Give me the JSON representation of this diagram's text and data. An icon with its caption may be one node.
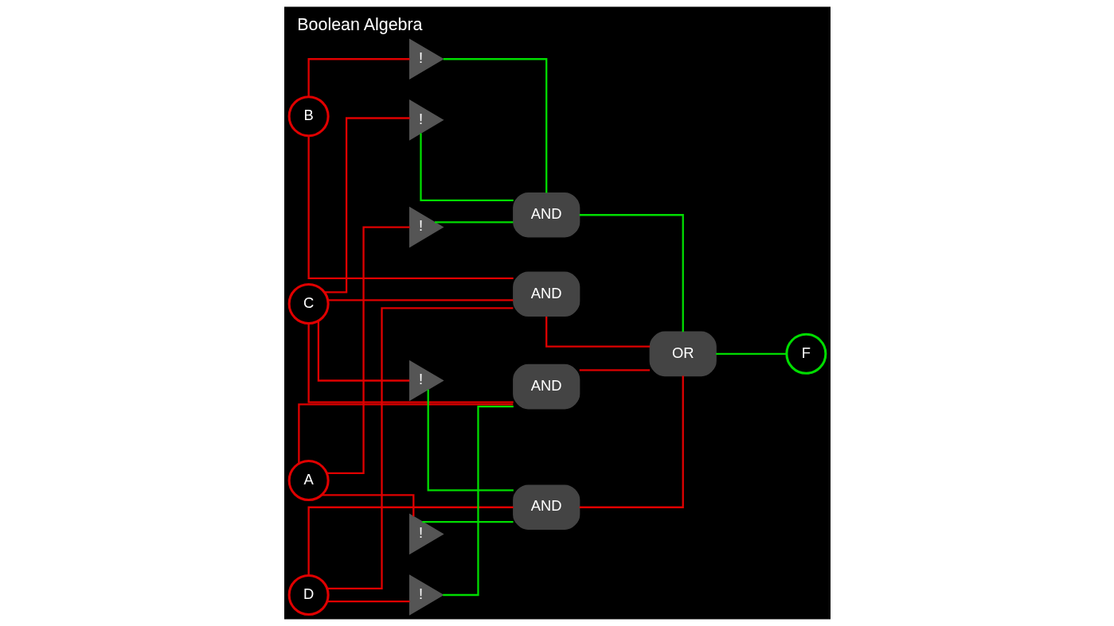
{
  "diagram": {
    "title": "Boolean Algebra",
    "nodes": [
      {
        "text": [
          "A"
        ]
      },
      {
        "text": [
          "B"
        ]
      },
      {
        "text": [
          "C"
        ]
      },
      {
        "text": [
          "D"
        ]
      },
      {
        "text": [
          "!"
        ]
      },
      {
        "text": [
          "!"
        ]
      },
      {
        "text": [
          "AND"
        ]
      },
      {
        "text": [
          "!"
        ]
      },
      {
        "text": [
          "!"
        ]
      },
      {
        "text": [
          "!"
        ]
      },
      {
        "text": [
          "AND"
        ]
      },
      {
        "text": [
          "OR"
        ]
      },
      {
        "text": [
          "F"
        ]
      },
      {
        "text": [
          "AND"
        ]
      },
      {
        "text": [
          "AND"
        ]
      },
      {
        "text": [
          "!"
        ]
      }
    ],
    "edges": [
      {
        "from": 0,
        "to": 4,
        "arrow": "none"
      },
      {
        "from": 1,
        "to": 5,
        "arrow": "none"
      },
      {
        "from": 2,
        "to": 7,
        "arrow": "none"
      },
      {
        "from": 0,
        "to": 8,
        "arrow": "none"
      },
      {
        "from": 2,
        "to": 9,
        "arrow": "none"
      },
      {
        "from": 3,
        "to": 15,
        "arrow": "none"
      },
      {
        "from": 4,
        "to": 6,
        "arrow": "none",
        "color": "#00dd00"
      },
      {
        "from": 5,
        "to": 6,
        "arrow": "none",
        "color": "#00dd00"
      },
      {
        "from": 7,
        "to": 6,
        "arrow": "none",
        "color": "#00dd00"
      },
      {
        "from": 8,
        "to": 10,
        "arrow": "none",
        "color": "#00dd00"
      },
      {
        "from": 9,
        "to": 10,
        "arrow": "none",
        "color": "#00dd00"
      },
      {
        "from": 3,
        "to": 10,
        "arrow": "none"
      },
      {
        "from": 1,
        "to": 13,
        "arrow": "none"
      },
      {
        "from": 2,
        "to": 13,
        "arrow": "none"
      },
      {
        "from": 3,
        "to": 13,
        "arrow": "none"
      },
      {
        "from": 0,
        "to": 14,
        "arrow": "none"
      },
      {
        "from": 2,
        "to": 14,
        "arrow": "none"
      },
      {
        "from": 15,
        "to": 14,
        "arrow": "none",
        "color": "#00dd00"
      },
      {
        "from": 6,
        "to": 11,
        "arrow": "none",
        "color": "#00dd00"
      },
      {
        "from": 10,
        "to": 11,
        "arrow": "none"
      },
      {
        "from": 13,
        "to": 11,
        "arrow": "none"
      },
      {
        "from": 14,
        "to": 11,
        "arrow": "none"
      },
      {
        "from": 11,
        "to": 12,
        "arrow": "none",
        "color": "#00dd00"
      }
    ]
  }
}
